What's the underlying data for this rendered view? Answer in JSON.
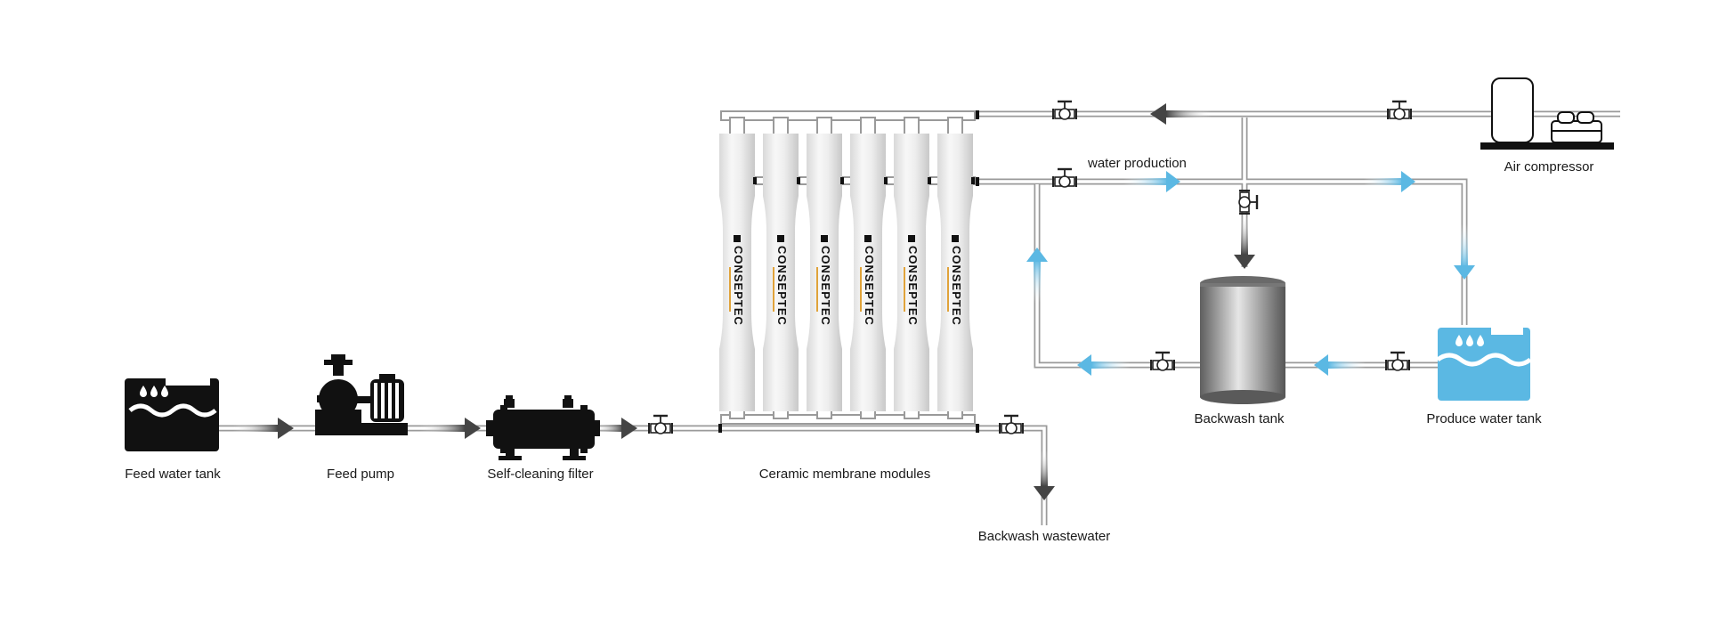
{
  "labels": {
    "feed_water_tank": "Feed water tank",
    "feed_pump": "Feed pump",
    "self_cleaning_filter": "Self-cleaning filter",
    "ceramic_membrane_modules": "Ceramic membrane modules",
    "backwash_wastewater": "Backwash wastewater",
    "water_production": "water production",
    "backwash_tank": "Backwash tank",
    "produce_water_tank": "Produce water tank",
    "air_compressor": "Air compressor"
  },
  "membrane": {
    "brand": "CONSEPTEC",
    "count": 6
  },
  "colors": {
    "water_blue": "#5bb8e3",
    "pipe_stroke": "#9a9a9a",
    "equipment_black": "#111111"
  }
}
